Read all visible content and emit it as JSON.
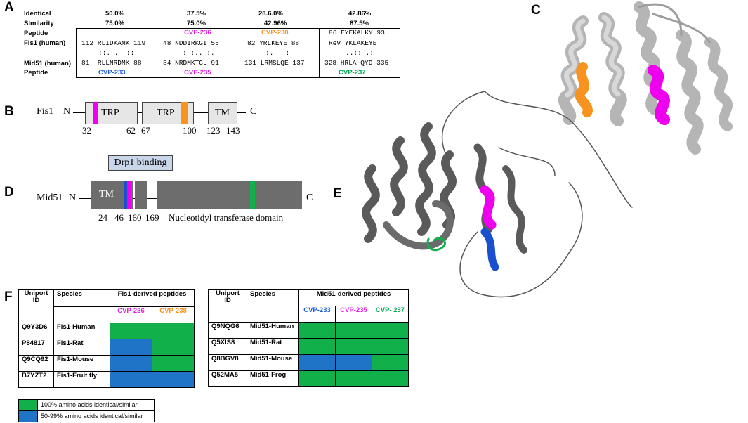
{
  "labels": {
    "A": "A",
    "B": "B",
    "C": "C",
    "D": "D",
    "E": "E",
    "F": "F"
  },
  "panelA": {
    "row_labels": [
      "Identical",
      "Similarity",
      "Peptide",
      "Fis1 (human)",
      "Mid51 (human)",
      "Peptide"
    ],
    "identical": [
      "50.0%",
      "37.5%",
      "28.6.0%",
      "42.86%"
    ],
    "similarity": [
      "75.0%",
      "75.0%",
      "42.96%",
      "87.5%"
    ],
    "top_peptides": [
      "",
      "CVP-236",
      "CVP-238",
      ""
    ],
    "fis1_seq": [
      "112 RLIDKAMK 119",
      "48 NDDIRKGI 55",
      "82 YRLKEYE 88",
      "86 EYEKALKY 93"
    ],
    "fis1_seq_c4_line2": "Rev YKLAKEYE",
    "match": [
      "::. .  ::",
      ": :.. :.",
      ":.   :",
      "..:: .:"
    ],
    "mid51_seq": [
      "81  RLLNRDMK 88",
      "84 NRDMKTGL 91",
      "131 LRMSLQE 137",
      "328 HRLA-QYD 335"
    ],
    "bottom_peptides": [
      "CVP-233",
      "CVP-235",
      "",
      "CVP-237"
    ]
  },
  "panelB": {
    "name": "Fis1",
    "n": "N",
    "c": "C",
    "domains": [
      "TRP",
      "TRP",
      "TM"
    ],
    "positions": [
      "32",
      "62",
      "67",
      "100",
      "123",
      "143"
    ]
  },
  "panelD": {
    "name": "Mid51",
    "n": "N",
    "c": "C",
    "tm": "TM",
    "binding": "Drp1 binding",
    "domain": "Nucleotidyl transferase domain",
    "positions": [
      "24",
      "46",
      "160",
      "169"
    ]
  },
  "panelF": {
    "fis_headers": {
      "uniport": "Uniport",
      "id": "ID",
      "species": "Species",
      "derived": "Fis1-derived peptides",
      "p1": "CVP-236",
      "p2": "CVP-238"
    },
    "fis_rows": [
      {
        "id": "Q9Y3D6",
        "species": "Fis1-Human",
        "c": [
          "g",
          "g"
        ]
      },
      {
        "id": "P84817",
        "species": "Fis1-Rat",
        "c": [
          "b",
          "g"
        ]
      },
      {
        "id": "Q9CQ92",
        "species": "Fis1-Mouse",
        "c": [
          "b",
          "g"
        ]
      },
      {
        "id": "B7YZT2",
        "species": "Fis1-Fruit fly",
        "c": [
          "b",
          "b"
        ]
      }
    ],
    "mid_headers": {
      "uniport": "Uniport",
      "id": "ID",
      "species": "Species",
      "derived": "Mid51-derived peptides",
      "p1": "CVP-233",
      "p2": "CVP-235",
      "p3": "CVP- 237"
    },
    "mid_rows": [
      {
        "id": "Q9NQG6",
        "species": "Mid51-Human",
        "c": [
          "g",
          "g",
          "g"
        ]
      },
      {
        "id": "Q5XIS8",
        "species": "Mid51-Rat",
        "c": [
          "g",
          "g",
          "g"
        ]
      },
      {
        "id": "Q8BGV8",
        "species": "Mid51-Mouse",
        "c": [
          "b",
          "b",
          "g"
        ]
      },
      {
        "id": "Q52MA5",
        "species": "Mid51-Frog",
        "c": [
          "g",
          "g",
          "g"
        ]
      }
    ],
    "legend": [
      "100%  amino  acids identical/similar",
      "50-99% amino acids identical/similar"
    ]
  },
  "colors": {
    "magenta": "#ee00ee",
    "orange": "#f7931e",
    "blue": "#1a4fd0",
    "green": "#12b04a",
    "grey": "#6d6d6d",
    "cvp233": "#1f5fd6",
    "cvp235": "#e020e0",
    "cvp236": "#e020e0",
    "cvp237": "#00a651",
    "cvp238": "#f7931e"
  }
}
